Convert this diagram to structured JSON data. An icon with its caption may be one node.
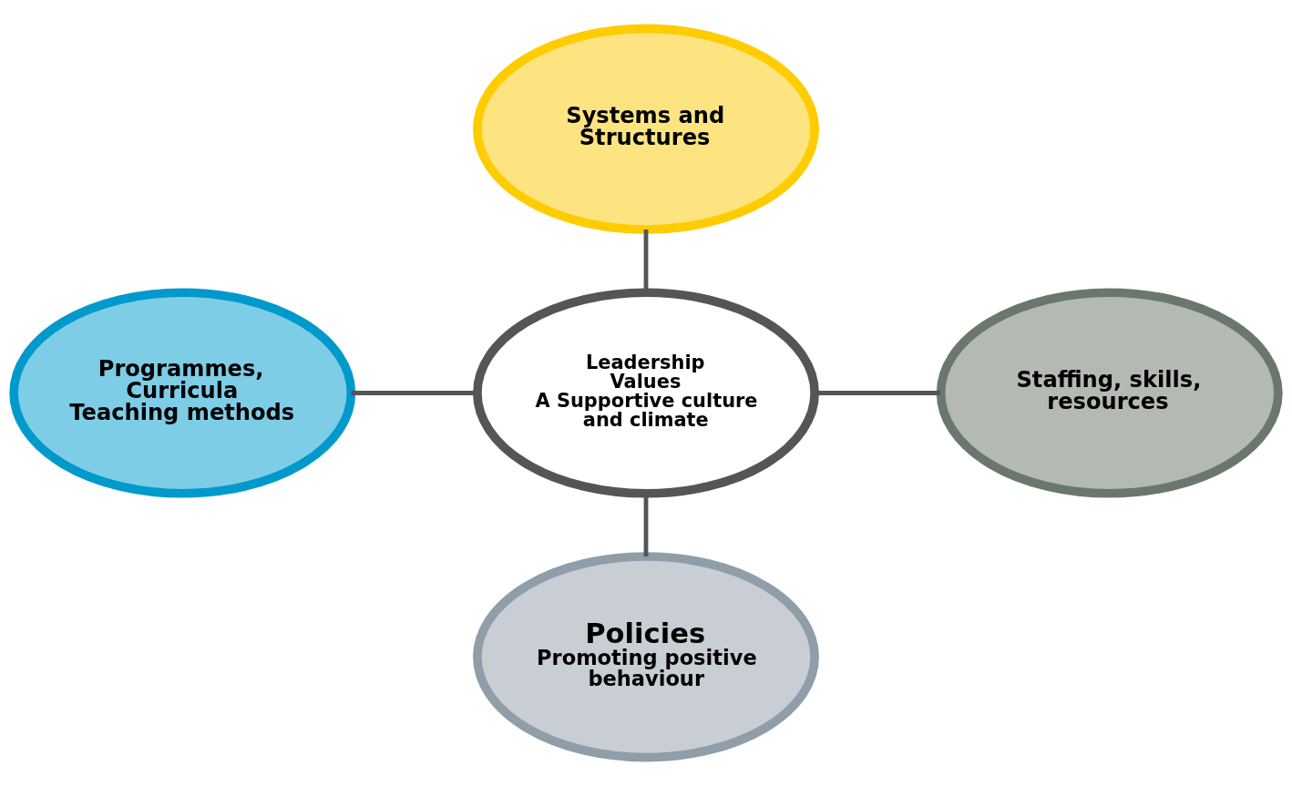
{
  "diagram": {
    "nodes": [
      {
        "text": [
          "Leadership",
          "Values",
          "A Supportive culture and climate"
        ]
      },
      {
        "text": [
          "Systems and Structures"
        ]
      },
      {
        "text": [
          "Programmes, Curricula",
          "Teaching methods"
        ]
      },
      {
        "text": [
          "Staffing, skills, resources"
        ]
      },
      {
        "text": [
          "Policies",
          "Promoting positive behaviour"
        ]
      }
    ],
    "edges": [
      {
        "from": 1,
        "to": 0,
        "arrow": "none"
      },
      {
        "from": 2,
        "to": 0,
        "arrow": "none"
      },
      {
        "from": 0,
        "to": 3,
        "arrow": "none"
      },
      {
        "from": 0,
        "to": 4,
        "arrow": "none"
      }
    ]
  }
}
